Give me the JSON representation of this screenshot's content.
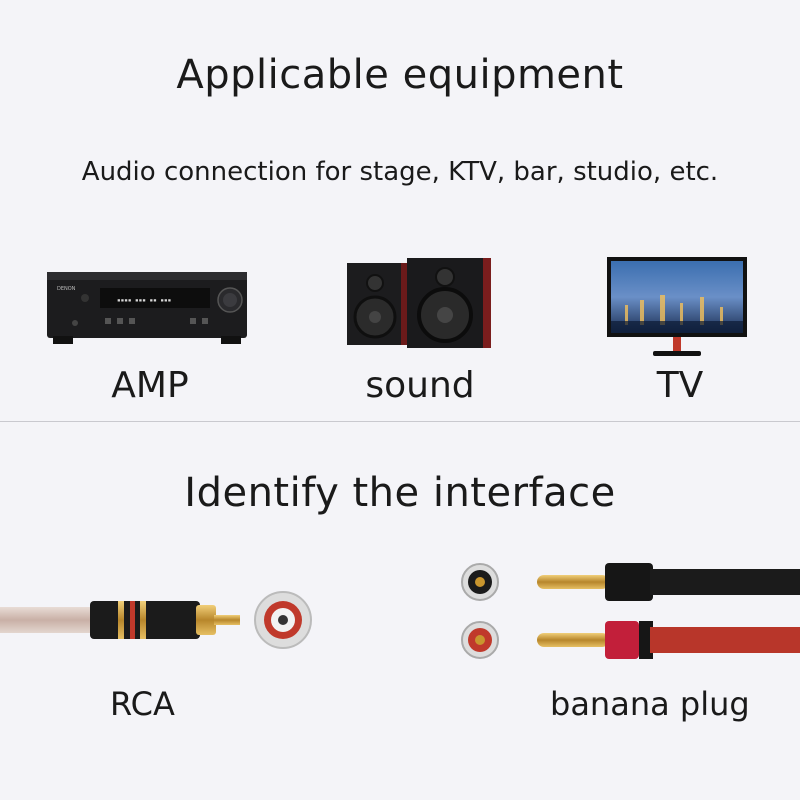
{
  "equipment": {
    "title": "Applicable equipment",
    "subtitle": "Audio connection for stage, KTV, bar, studio, etc.",
    "devices": [
      {
        "label": "AMP",
        "icon": "amplifier-icon",
        "brand": "DENON"
      },
      {
        "label": "sound",
        "icon": "speakers-icon"
      },
      {
        "label": "TV",
        "icon": "tv-icon"
      }
    ]
  },
  "interface": {
    "title": "Identify the interface",
    "items": [
      {
        "label": "RCA",
        "icon": "rca-plug-icon"
      },
      {
        "label": "banana plug",
        "icon": "banana-plug-icon"
      }
    ]
  },
  "colors": {
    "background": "#f4f4f8",
    "gold": "#c9962e",
    "red_cable": "#c0392b",
    "black_cable": "#1b1b1b"
  }
}
